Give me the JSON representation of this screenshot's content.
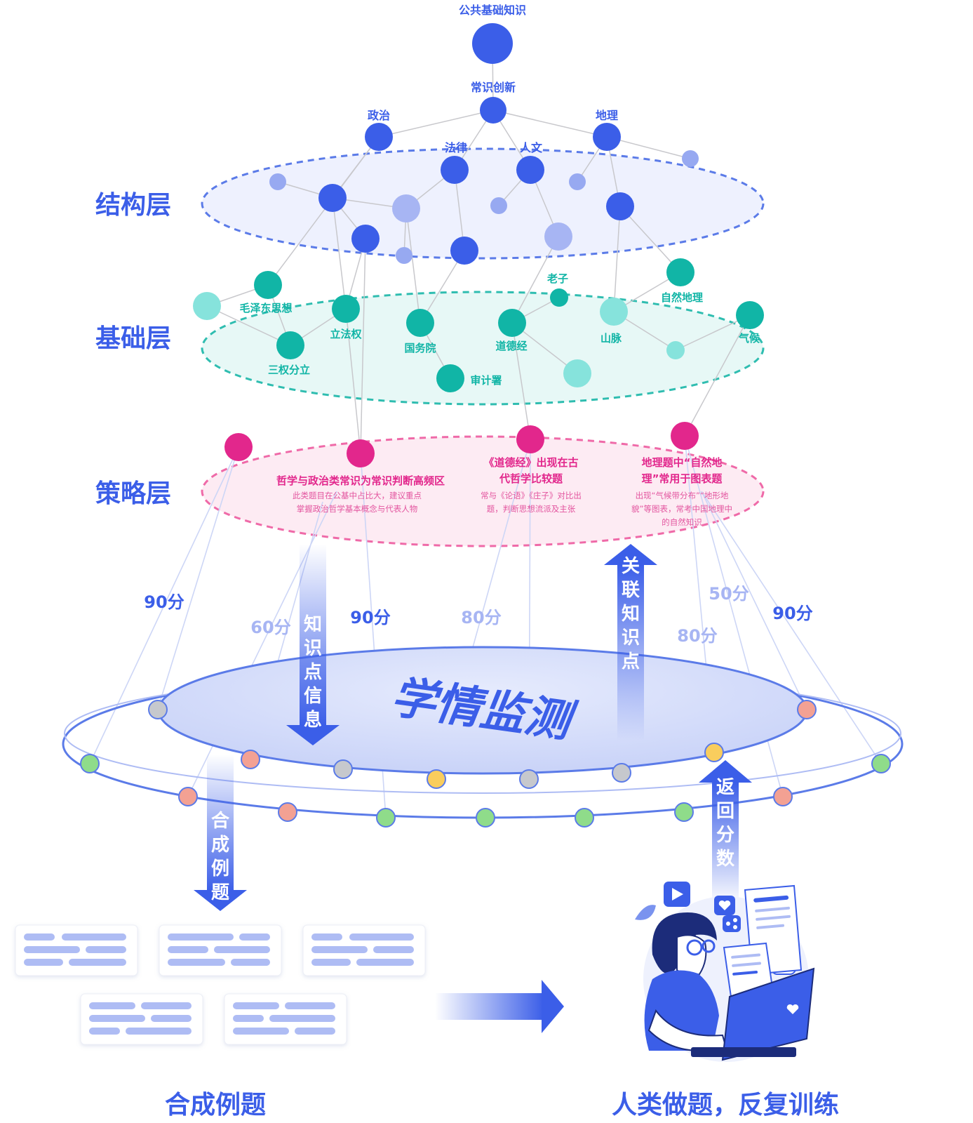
{
  "top_label": "公共基础知识",
  "layers": {
    "structure": "结构层",
    "base": "基础层",
    "strategy": "策略层"
  },
  "nodes": {
    "changshi": "常识创新",
    "zhengzhi": "政治",
    "dili": "地理",
    "falv": "法律",
    "renwen": "人文",
    "laozi": "老子",
    "mao": "毛泽东思想",
    "lifaquan": "立法权",
    "ziran": "自然地理",
    "sanquan": "三权分立",
    "guowuyuan": "国务院",
    "daodejing": "道德经",
    "shanmai": "山脉",
    "qihou": "气候",
    "shenji": "审计署"
  },
  "strategies": [
    {
      "title": "哲学与政治类常识为常识判断高频区",
      "desc1": "此类题目在公基中占比大，建议重点",
      "desc2": "掌握政治哲学基本概念与代表人物"
    },
    {
      "title1": "《道德经》出现在古",
      "title2": "代哲学比较题",
      "desc1": "常与《论语》《庄子》对比出",
      "desc2": "题，判断思想流派及主张"
    },
    {
      "title1": "地理题中“自然地",
      "title2": "理”常用于图表题",
      "desc1": "出现“气候带分布”“地形地",
      "desc2": "貌”等图表，常考中国地理中",
      "desc3": "的自然知识"
    }
  ],
  "scores": [
    "90分",
    "60分",
    "90分",
    "80分",
    "50分",
    "80分",
    "90分"
  ],
  "monitor_label": "学情监测",
  "arrows": {
    "knowledge_info": "知识点信息",
    "related_points": "关联知识点",
    "synth_examples": "合成例题",
    "return_score": "返回分数"
  },
  "bottom_left_label": "合成例题",
  "bottom_right_label": "人类做题，反复训练",
  "colors": {
    "structure": "#3b5ee8",
    "structure_light": "#97a9f1",
    "base": "#11b5a6",
    "base_light": "#86e3dc",
    "strategy": "#e2278c",
    "strategy_fill": "#fde7f1",
    "ring": "#5b7be8",
    "green": "#8fdc8a",
    "red": "#f3a193",
    "gray": "#c6c8cd",
    "yellow": "#f9cd5d"
  }
}
